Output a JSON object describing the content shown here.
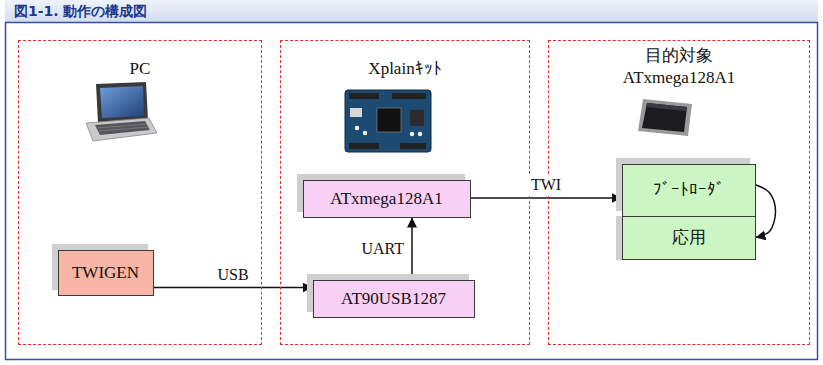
{
  "diagram": {
    "title": "図1-1. 動作の構成図",
    "nodes": [
      {
        "text": [
          "PC"
        ]
      },
      {
        "text": [
          "TWIGEN"
        ],
        "in": 0
      },
      {
        "text": [
          "Xplainｷｯﾄ"
        ]
      },
      {
        "text": [
          "ATxmega128A1"
        ],
        "in": 2
      },
      {
        "text": [
          "AT90USB1287"
        ],
        "in": 2
      },
      {
        "text": [
          "目的対象",
          "ATxmega128A1"
        ]
      },
      {
        "text": [
          "ﾌﾞｰﾄﾛｰﾀﾞ"
        ],
        "in": 5
      },
      {
        "text": [
          "応用"
        ],
        "in": 5
      }
    ],
    "edges": [
      {
        "from": 1,
        "to": 4,
        "label": "USB",
        "arrow": "to"
      },
      {
        "from": 4,
        "to": 3,
        "label": "UART",
        "arrow": "to"
      },
      {
        "from": 3,
        "to": 6,
        "label": "TWI",
        "arrow": "to"
      },
      {
        "from": 6,
        "to": 7,
        "arrow": "to"
      }
    ]
  }
}
